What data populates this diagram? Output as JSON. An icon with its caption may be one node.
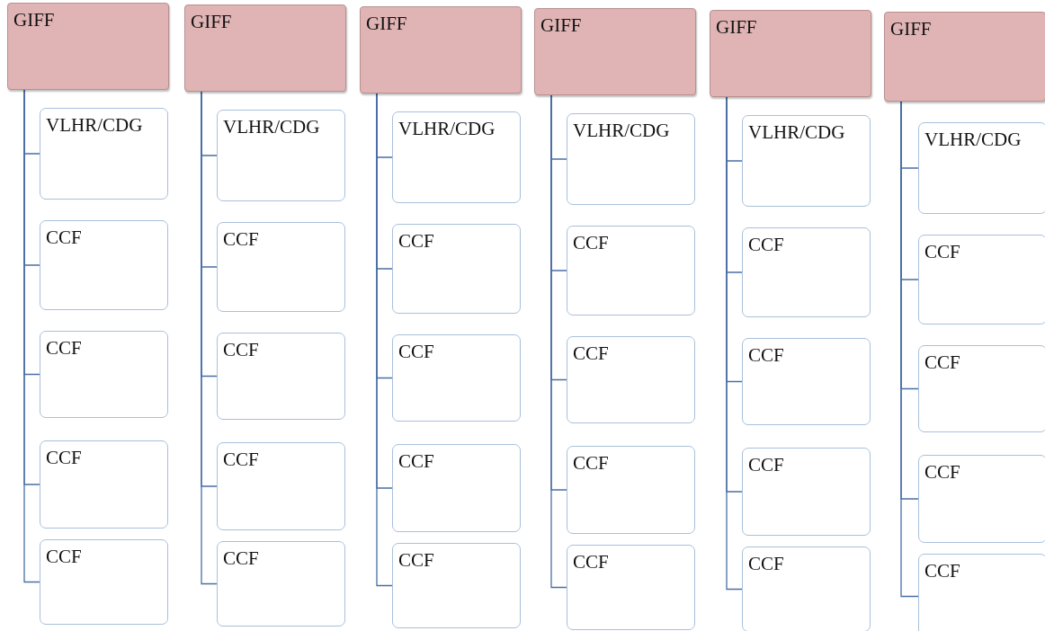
{
  "diagram": {
    "nodes": [
      {
        "text": [
          "GIFF"
        ]
      },
      {
        "text": [
          "VLHR/CDG"
        ]
      },
      {
        "text": [
          "CCF"
        ]
      },
      {
        "text": [
          "CCF"
        ]
      },
      {
        "text": [
          "CCF"
        ]
      },
      {
        "text": [
          "CCF"
        ]
      },
      {
        "text": [
          "GIFF"
        ]
      },
      {
        "text": [
          "VLHR/CDG"
        ]
      },
      {
        "text": [
          "CCF"
        ]
      },
      {
        "text": [
          "CCF"
        ]
      },
      {
        "text": [
          "CCF"
        ]
      },
      {
        "text": [
          "CCF"
        ]
      },
      {
        "text": [
          "GIFF"
        ]
      },
      {
        "text": [
          "VLHR/CDG"
        ]
      },
      {
        "text": [
          "CCF"
        ]
      },
      {
        "text": [
          "CCF"
        ]
      },
      {
        "text": [
          "CCF"
        ]
      },
      {
        "text": [
          "CCF"
        ]
      },
      {
        "text": [
          "GIFF"
        ]
      },
      {
        "text": [
          "VLHR/CDG"
        ]
      },
      {
        "text": [
          "CCF"
        ]
      },
      {
        "text": [
          "CCF"
        ]
      },
      {
        "text": [
          "CCF"
        ]
      },
      {
        "text": [
          "CCF"
        ]
      },
      {
        "text": [
          "GIFF"
        ]
      },
      {
        "text": [
          "VLHR/CDG"
        ]
      },
      {
        "text": [
          "CCF"
        ]
      },
      {
        "text": [
          "CCF"
        ]
      },
      {
        "text": [
          "CCF"
        ]
      },
      {
        "text": [
          "CCF"
        ]
      },
      {
        "text": [
          "GIFF"
        ]
      },
      {
        "text": [
          "VLHR/CDG"
        ]
      },
      {
        "text": [
          "CCF"
        ]
      },
      {
        "text": [
          "CCF"
        ]
      },
      {
        "text": [
          "CCF"
        ]
      },
      {
        "text": [
          "CCF"
        ]
      }
    ],
    "edges": [
      {
        "from": 0,
        "to": 1,
        "arrow": "none"
      },
      {
        "from": 0,
        "to": 2,
        "arrow": "none"
      },
      {
        "from": 0,
        "to": 3,
        "arrow": "none"
      },
      {
        "from": 0,
        "to": 4,
        "arrow": "none"
      },
      {
        "from": 0,
        "to": 5,
        "arrow": "none"
      },
      {
        "from": 6,
        "to": 7,
        "arrow": "none"
      },
      {
        "from": 6,
        "to": 8,
        "arrow": "none"
      },
      {
        "from": 6,
        "to": 9,
        "arrow": "none"
      },
      {
        "from": 6,
        "to": 10,
        "arrow": "none"
      },
      {
        "from": 6,
        "to": 11,
        "arrow": "none"
      },
      {
        "from": 12,
        "to": 13,
        "arrow": "none"
      },
      {
        "from": 12,
        "to": 14,
        "arrow": "none"
      },
      {
        "from": 12,
        "to": 15,
        "arrow": "none"
      },
      {
        "from": 12,
        "to": 16,
        "arrow": "none"
      },
      {
        "from": 12,
        "to": 17,
        "arrow": "none"
      },
      {
        "from": 18,
        "to": 19,
        "arrow": "none"
      },
      {
        "from": 18,
        "to": 20,
        "arrow": "none"
      },
      {
        "from": 18,
        "to": 21,
        "arrow": "none"
      },
      {
        "from": 18,
        "to": 22,
        "arrow": "none"
      },
      {
        "from": 18,
        "to": 23,
        "arrow": "none"
      },
      {
        "from": 24,
        "to": 25,
        "arrow": "none"
      },
      {
        "from": 24,
        "to": 26,
        "arrow": "none"
      },
      {
        "from": 24,
        "to": 27,
        "arrow": "none"
      },
      {
        "from": 24,
        "to": 28,
        "arrow": "none"
      },
      {
        "from": 24,
        "to": 29,
        "arrow": "none"
      },
      {
        "from": 30,
        "to": 31,
        "arrow": "none"
      },
      {
        "from": 30,
        "to": 32,
        "arrow": "none"
      },
      {
        "from": 30,
        "to": 33,
        "arrow": "none"
      },
      {
        "from": 30,
        "to": 34,
        "arrow": "none"
      },
      {
        "from": 30,
        "to": 35,
        "arrow": "none"
      }
    ]
  }
}
